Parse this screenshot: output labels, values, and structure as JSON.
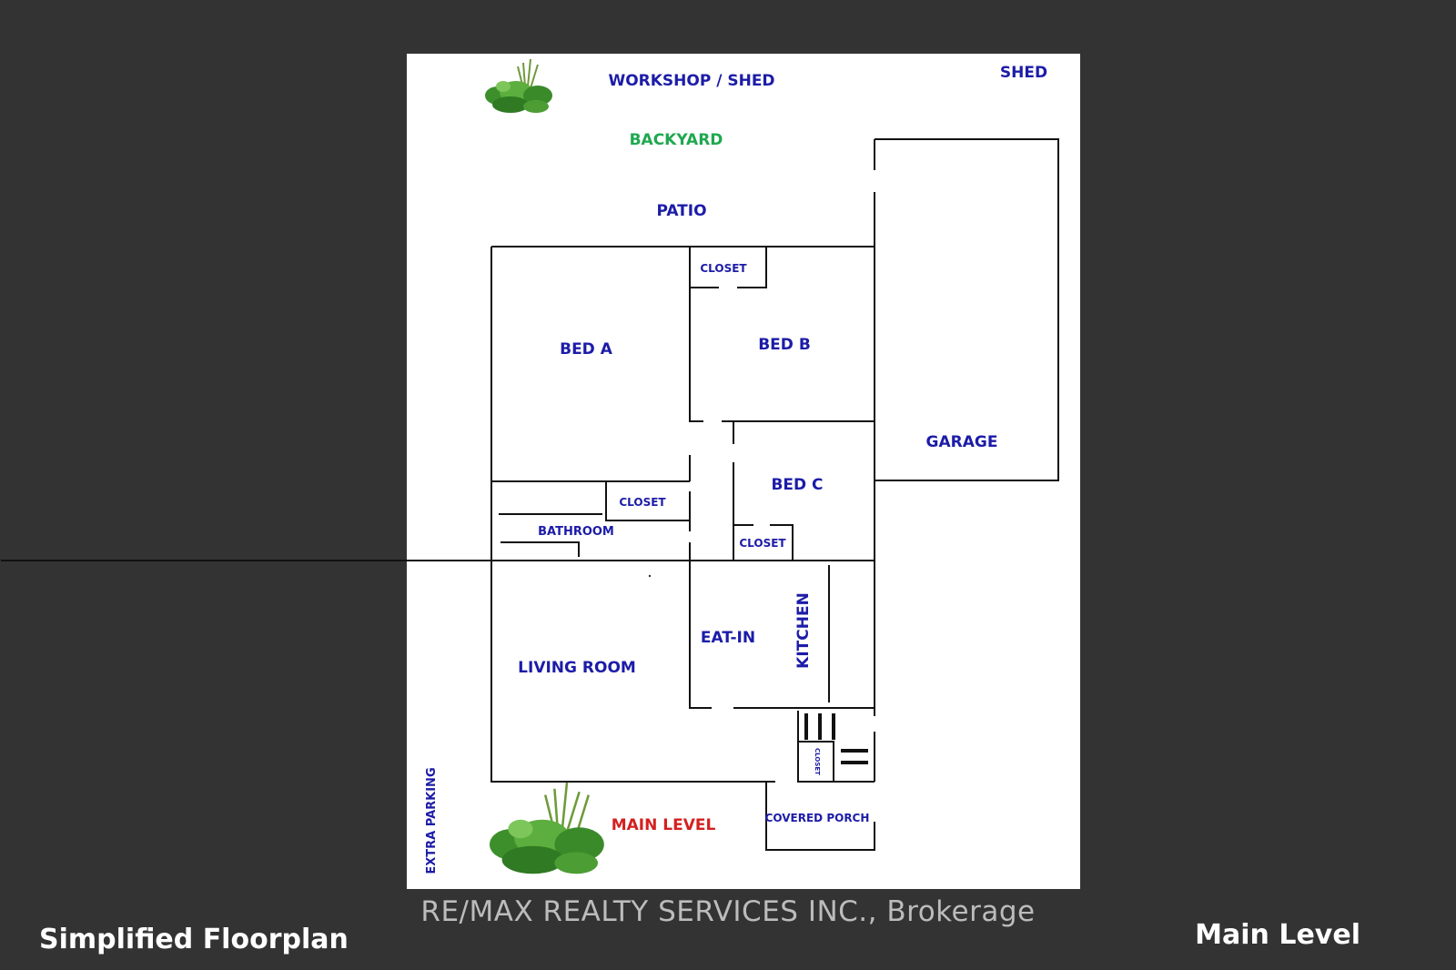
{
  "labels": {
    "workshop": "WORKSHOP / SHED",
    "shed": "SHED",
    "backyard": "BACKYARD",
    "patio": "PATIO",
    "closet_top": "CLOSET",
    "bed_a": "BED A",
    "bed_b": "BED B",
    "garage": "GARAGE",
    "bed_c": "BED C",
    "closet_mid": "CLOSET",
    "bathroom": "BATHROOM",
    "closet_bedc": "CLOSET",
    "eat_in": "EAT-IN",
    "kitchen": "KITCHEN",
    "living_room": "LIVING ROOM",
    "closet_small": "CLOSET",
    "covered_porch": "COVERED PORCH",
    "main_level_plan": "MAIN LEVEL",
    "extra_parking": "EXTRA PARKING"
  },
  "watermark": "RE/MAX REALTY SERVICES INC., Brokerage",
  "footer": {
    "left": "Simplified Floorplan",
    "right": "Main Level"
  },
  "colors": {
    "background": "#333333",
    "sheet": "#ffffff",
    "room_label": "#1c1ca8",
    "backyard": "#1fa84f",
    "main_level": "#d42020"
  },
  "icons": [
    "shrub-icon",
    "shrub-icon"
  ]
}
